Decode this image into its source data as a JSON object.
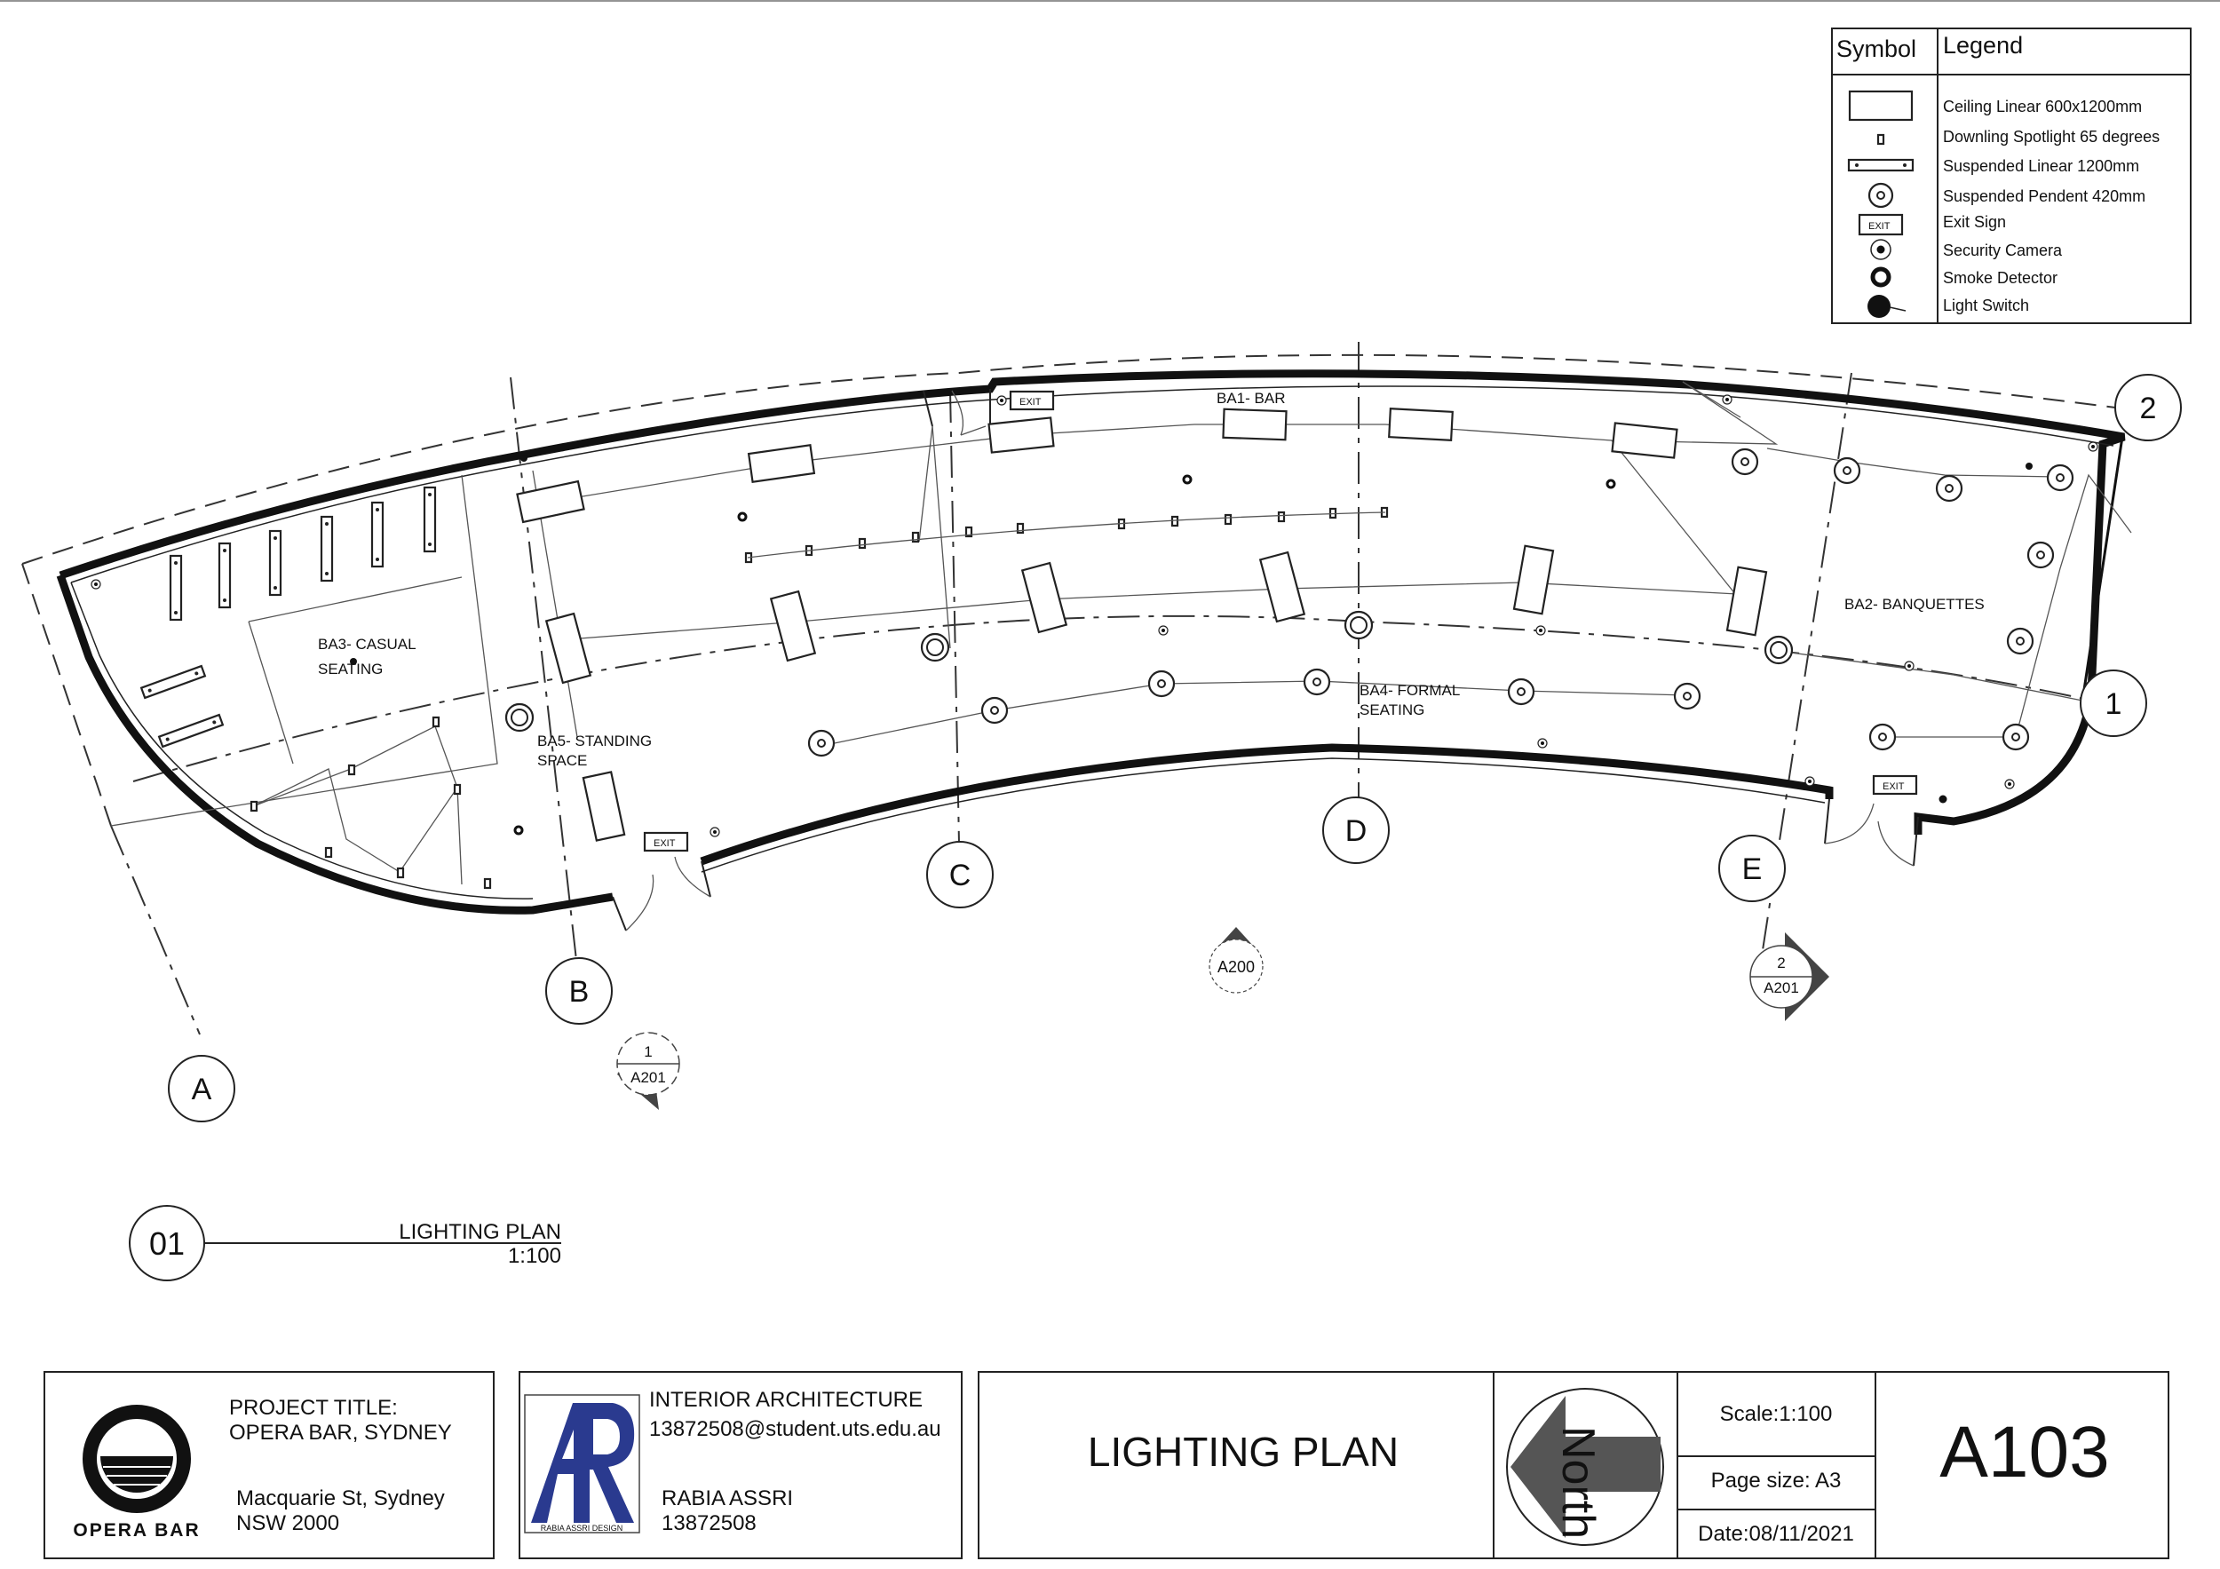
{
  "legend": {
    "symbol_header": "Symbol",
    "legend_header": "Legend",
    "items": [
      {
        "icon": "ceiling-linear-icon",
        "label": "Ceiling Linear 600x1200mm"
      },
      {
        "icon": "downlight-icon",
        "label": "Downling Spotlight 65 degrees"
      },
      {
        "icon": "suspended-linear-icon",
        "label": "Suspended Linear 1200mm"
      },
      {
        "icon": "pendent-icon",
        "label": "Suspended Pendent 420mm"
      },
      {
        "icon": "exit-sign-icon",
        "label": "Exit Sign"
      },
      {
        "icon": "security-camera-icon",
        "label": "Security Camera"
      },
      {
        "icon": "smoke-detector-icon",
        "label": "Smoke Detector"
      },
      {
        "icon": "light-switch-icon",
        "label": "Light Switch"
      }
    ],
    "exit_glyph": "EXIT"
  },
  "rooms": {
    "bar": "BA1- BAR",
    "banquettes": "BA2- BANQUETTES",
    "casual_1": "BA3- CASUAL",
    "casual_2": "SEATING",
    "formal_1": "BA4- FORMAL",
    "formal_2": "SEATING",
    "standing_1": "BA5- STANDING",
    "standing_2": "SPACE"
  },
  "grid": {
    "a": "A",
    "b": "B",
    "c": "C",
    "d": "D",
    "e": "E",
    "one": "1",
    "two": "2"
  },
  "sections": {
    "s1_num": "1",
    "s1_sheet": "A201",
    "s2_num": "2",
    "s2_sheet": "A201",
    "elev": "A200"
  },
  "drawing_title": {
    "number": "01",
    "name": "LIGHTING PLAN",
    "scale": "1:100"
  },
  "title_block": {
    "logo_text": "OPERA BAR",
    "project_label": "PROJECT TITLE:",
    "project_name": "OPERA BAR, SYDNEY",
    "address_1": "Macquarie St, Sydney",
    "address_2": "NSW 2000",
    "studio": "INTERIOR ARCHITECTURE",
    "email": "13872508@student.uts.edu.au",
    "designer": "RABIA ASSRI",
    "student_id": "13872508",
    "brand_caption": "RABIA ASSRI DESIGN",
    "sheet_title": "LIGHTING PLAN",
    "north": "North",
    "scale": "Scale:1:100",
    "page_size": "Page size: A3",
    "date": "Date:08/11/2021",
    "sheet_number": "A103"
  },
  "colors": {
    "brand_blue": "#2a3a8f",
    "ink": "#111111"
  }
}
